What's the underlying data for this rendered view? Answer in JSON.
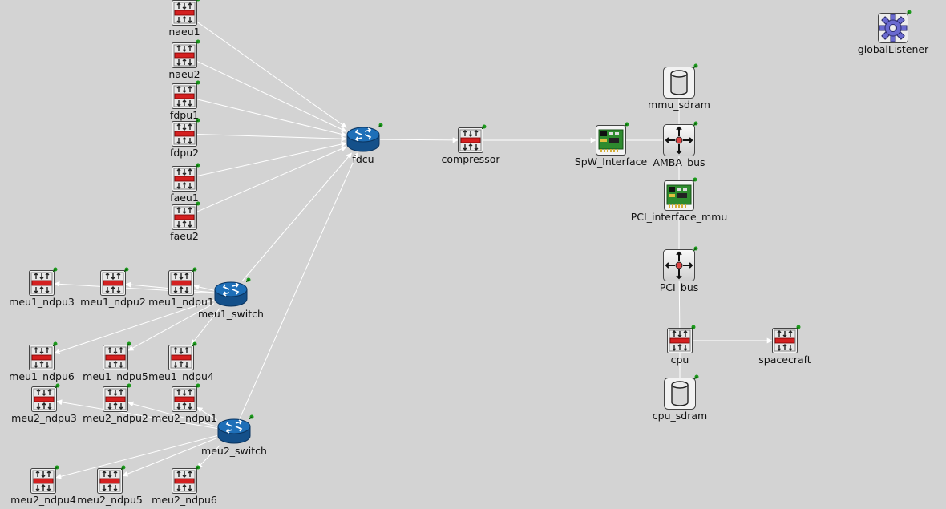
{
  "nodes": [
    {
      "id": "naeu1",
      "label": "naeu1",
      "type": "module",
      "icon": "simple-module-icon"
    },
    {
      "id": "naeu2",
      "label": "naeu2",
      "type": "module",
      "icon": "simple-module-icon"
    },
    {
      "id": "fdpu1",
      "label": "fdpu1",
      "type": "module",
      "icon": "simple-module-icon"
    },
    {
      "id": "fdpu2",
      "label": "fdpu2",
      "type": "module",
      "icon": "simple-module-icon"
    },
    {
      "id": "faeu1",
      "label": "faeu1",
      "type": "module",
      "icon": "simple-module-icon"
    },
    {
      "id": "faeu2",
      "label": "faeu2",
      "type": "module",
      "icon": "simple-module-icon"
    },
    {
      "id": "fdcu",
      "label": "fdcu",
      "type": "router",
      "icon": "router-icon"
    },
    {
      "id": "compressor",
      "label": "compressor",
      "type": "module",
      "icon": "simple-module-icon"
    },
    {
      "id": "spw_interface",
      "label": "SpW_Interface",
      "type": "card",
      "icon": "interface-card-icon"
    },
    {
      "id": "amba_bus",
      "label": "AMBA_bus",
      "type": "bus",
      "icon": "bus-hub-icon"
    },
    {
      "id": "mmu_sdram",
      "label": "mmu_sdram",
      "type": "memory",
      "icon": "memory-cylinder-icon"
    },
    {
      "id": "pci_interface_mmu",
      "label": "PCI_interface_mmu",
      "type": "card",
      "icon": "interface-card-icon"
    },
    {
      "id": "pci_bus",
      "label": "PCI_bus",
      "type": "bus",
      "icon": "bus-hub-icon"
    },
    {
      "id": "cpu",
      "label": "cpu",
      "type": "module",
      "icon": "simple-module-icon"
    },
    {
      "id": "spacecraft",
      "label": "spacecraft",
      "type": "module",
      "icon": "simple-module-icon"
    },
    {
      "id": "cpu_sdram",
      "label": "cpu_sdram",
      "type": "memory",
      "icon": "memory-cylinder-icon"
    },
    {
      "id": "globalListener",
      "label": "globalListener",
      "type": "gear",
      "icon": "gear-icon"
    },
    {
      "id": "meu1_switch",
      "label": "meu1_switch",
      "type": "router",
      "icon": "router-icon"
    },
    {
      "id": "meu1_ndpu1",
      "label": "meu1_ndpu1",
      "type": "module",
      "icon": "simple-module-icon"
    },
    {
      "id": "meu1_ndpu2",
      "label": "meu1_ndpu2",
      "type": "module",
      "icon": "simple-module-icon"
    },
    {
      "id": "meu1_ndpu3",
      "label": "meu1_ndpu3",
      "type": "module",
      "icon": "simple-module-icon"
    },
    {
      "id": "meu1_ndpu4",
      "label": "meu1_ndpu4",
      "type": "module",
      "icon": "simple-module-icon"
    },
    {
      "id": "meu1_ndpu5",
      "label": "meu1_ndpu5",
      "type": "module",
      "icon": "simple-module-icon"
    },
    {
      "id": "meu1_ndpu6",
      "label": "meu1_ndpu6",
      "type": "module",
      "icon": "simple-module-icon"
    },
    {
      "id": "meu2_switch",
      "label": "meu2_switch",
      "type": "router",
      "icon": "router-icon"
    },
    {
      "id": "meu2_ndpu1",
      "label": "meu2_ndpu1",
      "type": "module",
      "icon": "simple-module-icon"
    },
    {
      "id": "meu2_ndpu2",
      "label": "meu2_ndpu2",
      "type": "module",
      "icon": "simple-module-icon"
    },
    {
      "id": "meu2_ndpu3",
      "label": "meu2_ndpu3",
      "type": "module",
      "icon": "simple-module-icon"
    },
    {
      "id": "meu2_ndpu4",
      "label": "meu2_ndpu4",
      "type": "module",
      "icon": "simple-module-icon"
    },
    {
      "id": "meu2_ndpu5",
      "label": "meu2_ndpu5",
      "type": "module",
      "icon": "simple-module-icon"
    },
    {
      "id": "meu2_ndpu6",
      "label": "meu2_ndpu6",
      "type": "module",
      "icon": "simple-module-icon"
    }
  ],
  "edges": [
    {
      "from": "naeu1",
      "to": "fdcu",
      "kind": "arrow"
    },
    {
      "from": "naeu2",
      "to": "fdcu",
      "kind": "arrow"
    },
    {
      "from": "fdpu1",
      "to": "fdcu",
      "kind": "arrow"
    },
    {
      "from": "fdpu2",
      "to": "fdcu",
      "kind": "arrow"
    },
    {
      "from": "faeu1",
      "to": "fdcu",
      "kind": "arrow"
    },
    {
      "from": "faeu2",
      "to": "fdcu",
      "kind": "arrow"
    },
    {
      "from": "meu1_switch",
      "to": "fdcu",
      "kind": "arrow"
    },
    {
      "from": "meu2_switch",
      "to": "fdcu",
      "kind": "arrow"
    },
    {
      "from": "fdcu",
      "to": "compressor",
      "kind": "arrow"
    },
    {
      "from": "compressor",
      "to": "spw_interface",
      "kind": "arrow"
    },
    {
      "from": "spw_interface",
      "to": "amba_bus",
      "kind": "line"
    },
    {
      "from": "mmu_sdram",
      "to": "amba_bus",
      "kind": "line"
    },
    {
      "from": "amba_bus",
      "to": "pci_interface_mmu",
      "kind": "line"
    },
    {
      "from": "pci_interface_mmu",
      "to": "pci_bus",
      "kind": "line"
    },
    {
      "from": "pci_bus",
      "to": "cpu",
      "kind": "line"
    },
    {
      "from": "cpu",
      "to": "cpu_sdram",
      "kind": "line"
    },
    {
      "from": "cpu",
      "to": "spacecraft",
      "kind": "arrow"
    },
    {
      "from": "meu1_switch",
      "to": "meu1_ndpu1",
      "kind": "arrow"
    },
    {
      "from": "meu1_switch",
      "to": "meu1_ndpu2",
      "kind": "arrow"
    },
    {
      "from": "meu1_switch",
      "to": "meu1_ndpu3",
      "kind": "arrow"
    },
    {
      "from": "meu1_switch",
      "to": "meu1_ndpu4",
      "kind": "arrow"
    },
    {
      "from": "meu1_switch",
      "to": "meu1_ndpu5",
      "kind": "arrow"
    },
    {
      "from": "meu1_switch",
      "to": "meu1_ndpu6",
      "kind": "arrow"
    },
    {
      "from": "meu2_switch",
      "to": "meu2_ndpu1",
      "kind": "arrow"
    },
    {
      "from": "meu2_switch",
      "to": "meu2_ndpu2",
      "kind": "arrow"
    },
    {
      "from": "meu2_switch",
      "to": "meu2_ndpu3",
      "kind": "arrow"
    },
    {
      "from": "meu2_switch",
      "to": "meu2_ndpu4",
      "kind": "arrow"
    },
    {
      "from": "meu2_switch",
      "to": "meu2_ndpu5",
      "kind": "arrow"
    },
    {
      "from": "meu2_switch",
      "to": "meu2_ndpu6",
      "kind": "arrow"
    }
  ],
  "colors": {
    "background": "#d3d3d3",
    "edge": "#ffffff",
    "module_red": "#d42020",
    "router_blue": "#1e6fb8",
    "card_green": "#2e8b2e",
    "gear_purple": "#6a6ad0",
    "pin_green": "#1c9a1c"
  }
}
